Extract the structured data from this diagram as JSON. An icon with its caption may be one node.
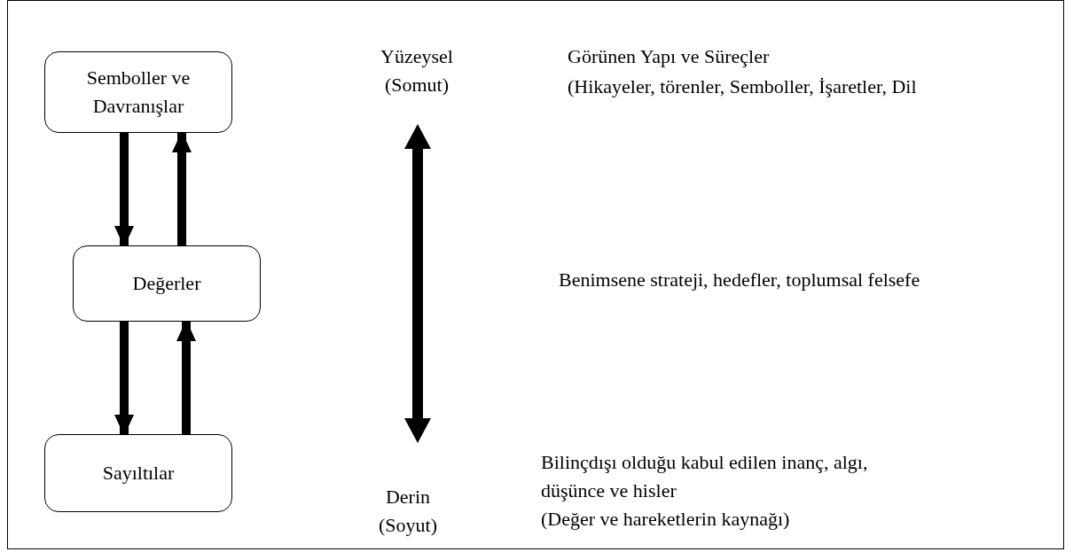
{
  "diagram": {
    "nodes": [
      {
        "text": [
          "Semboller ve Davranışlar"
        ]
      },
      {
        "text": [
          "Değerler"
        ]
      },
      {
        "text": [
          "Sayıltılar"
        ]
      }
    ],
    "edges": [
      {
        "from": 0,
        "to": 1,
        "arrow": "to"
      },
      {
        "from": 1,
        "to": 0,
        "arrow": "to"
      },
      {
        "from": 1,
        "to": 2,
        "arrow": "to"
      },
      {
        "from": 2,
        "to": 1,
        "arrow": "to"
      }
    ],
    "labels": [
      "Yüzeysel (Somut)",
      "Görünen Yapı ve Süreçler",
      "(Hikayeler, törenler, Semboller, İşaretler, Dil",
      "Benimsene strateji, hedefler, toplumsal felsefe",
      "Derin (Soyut)",
      "Bilinçdışı olduğu kabul edilen inanç, algı, düşünce ve hisler",
      "(Değer ve hareketlerin kaynağı)"
    ]
  }
}
